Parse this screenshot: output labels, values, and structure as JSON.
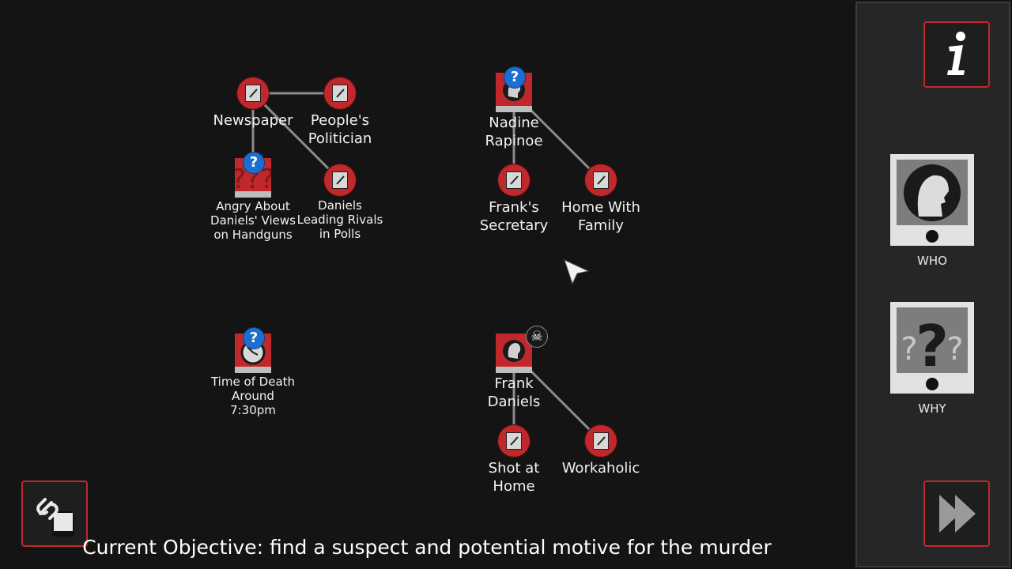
{
  "board": {
    "nodes": {
      "newspaper": {
        "label": "Newspaper"
      },
      "peoples_politician": {
        "label": "People's Politician"
      },
      "angry_about": {
        "label": "Angry About Daniels' Views on Handguns"
      },
      "daniels_leading": {
        "label": "Daniels Leading Rivals in Polls"
      },
      "nadine": {
        "label": "Nadine Rapinoe"
      },
      "franks_secretary": {
        "label": "Frank's Secretary"
      },
      "home_with_family": {
        "label": "Home With Family"
      },
      "time_of_death": {
        "label": "Time of Death Around 7:30pm"
      },
      "frank_daniels": {
        "label": "Frank Daniels"
      },
      "shot_at_home": {
        "label": "Shot at Home"
      },
      "workaholic": {
        "label": "Workaholic"
      }
    },
    "badge_question": "?",
    "badge_skull": "☠"
  },
  "sidebar": {
    "info_icon": "info-icon",
    "who_label": "WHO",
    "why_label": "WHY",
    "next_icon": "fast-forward-icon"
  },
  "bottom": {
    "link_icon": "link-icon",
    "objective": "Current Objective: find a suspect and potential motive for the murder"
  }
}
